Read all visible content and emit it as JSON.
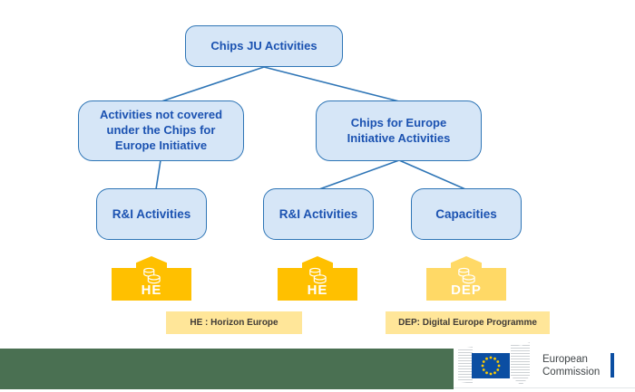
{
  "diagram": {
    "root": {
      "label": "Chips JU Activities"
    },
    "branches": [
      {
        "label": "Activities not covered under the Chips for Europe Initiative"
      },
      {
        "label": "Chips for Europe Initiative Activities"
      }
    ],
    "leaves": [
      {
        "label": "R&I Activities"
      },
      {
        "label": "R&I Activities"
      },
      {
        "label": "Capacities"
      }
    ],
    "badges": [
      {
        "label": "HE",
        "programme": "Horizon Europe",
        "color": "#FFC000"
      },
      {
        "label": "HE",
        "programme": "Horizon Europe",
        "color": "#FFC000"
      },
      {
        "label": "DEP",
        "programme": "Digital Europe Programme",
        "color": "#FFD966"
      }
    ],
    "legend": [
      {
        "label": "HE : Horizon Europe"
      },
      {
        "label": "DEP: Digital Europe Programme"
      }
    ]
  },
  "footer": {
    "logo": {
      "line1": "European",
      "line2": "Commission"
    }
  },
  "colors": {
    "node_fill": "#D6E6F7",
    "node_border": "#2E75B6",
    "node_text": "#1B52B1",
    "connector": "#2E75B6",
    "badge_he": "#FFC000",
    "badge_dep": "#FFD966",
    "legend_bg": "#FFE699",
    "legend_text": "#3F3A36",
    "footer_green": "#4A7052",
    "eu_flag_blue": "#0B4EA2",
    "eu_star_yellow": "#FFCC00"
  }
}
